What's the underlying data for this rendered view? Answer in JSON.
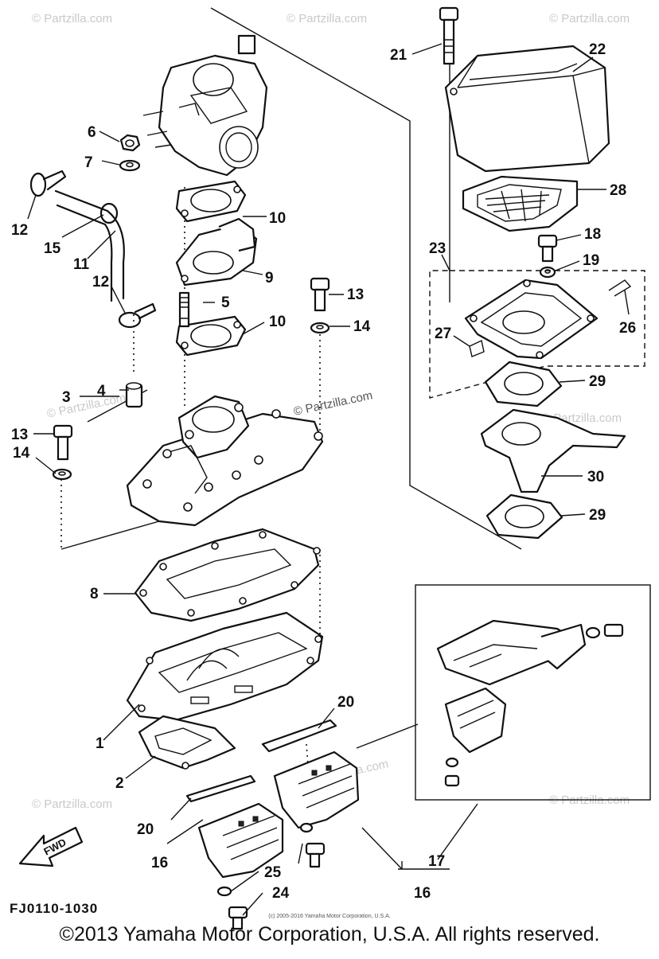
{
  "diagram": {
    "code": "FJ0110-1030",
    "copyright_small": "(c) 2005-2016 Yamaha Motor Corporation, U.S.A.",
    "copyright": "©2013 Yamaha Motor Corporation, U.S.A. All rights reserved.",
    "watermark": "© Partzilla.com",
    "fwd_label": "FWD",
    "callouts": [
      "1",
      "2",
      "3",
      "4",
      "5",
      "6",
      "7",
      "8",
      "9",
      "10",
      "10",
      "11",
      "12",
      "12",
      "13",
      "13",
      "14",
      "14",
      "15",
      "16",
      "16",
      "17",
      "18",
      "19",
      "20",
      "20",
      "21",
      "22",
      "23",
      "24",
      "25",
      "26",
      "27",
      "28",
      "29",
      "29",
      "30"
    ]
  }
}
